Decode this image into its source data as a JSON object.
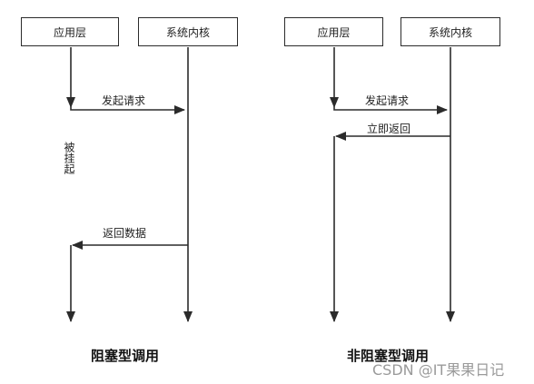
{
  "left": {
    "app_label": "应用层",
    "kernel_label": "系统内核",
    "request_label": "发起请求",
    "suspended_label": "被挂起",
    "return_data_label": "返回数据",
    "title": "阻塞型调用"
  },
  "right": {
    "app_label": "应用层",
    "kernel_label": "系统内核",
    "request_label": "发起请求",
    "immediate_return_label": "立即返回",
    "title": "非阻塞型调用"
  },
  "watermark": "CSDN @IT果果日记"
}
